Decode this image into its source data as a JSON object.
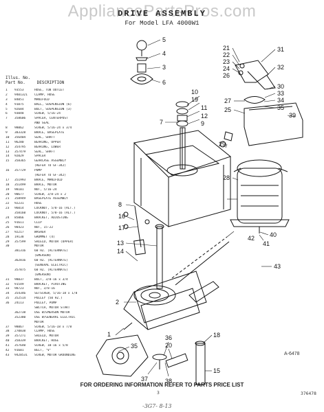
{
  "watermark": "AppliancePartsPros.com",
  "title": "DRIVE ASSEMBLY",
  "subtitle": "For Model LFA 4000W1",
  "parts_table": {
    "header_no": "Illus. No.",
    "header_part": "Part No.",
    "header_desc": "DESCRIPTION",
    "rows": [
      {
        "no": "1",
        "part": "93553",
        "desc": "HOSE, TUB OUTLET"
      },
      {
        "no": "2",
        "part": "9401321",
        "desc": "CLAMP, HOSE"
      },
      {
        "no": "3",
        "part": "84051",
        "desc": "MANIFOLD"
      },
      {
        "no": "4",
        "part": "91075",
        "desc": "BALL, SUSPENSION (6)"
      },
      {
        "no": "5",
        "part": "92684",
        "desc": "BOLT, SUSPENSION (3)"
      },
      {
        "no": "6",
        "part": "93048",
        "desc": "SCREW, 5/16-24"
      },
      {
        "no": "7",
        "part": "358606",
        "desc": "SPACER, CENTERPOST"
      },
      {
        "no": "",
        "part": "",
        "desc": "AND SEAL"
      },
      {
        "no": "8",
        "part": "98062",
        "desc": "SCREW, 5/16-24 x 3/4"
      },
      {
        "no": "9",
        "part": "383328",
        "desc": "BRACE, BASEPLATE"
      },
      {
        "no": "10",
        "part": "356404",
        "desc": "SEAL, SHAFT"
      },
      {
        "no": "11",
        "part": "96280",
        "desc": "BEARING, UPPER"
      },
      {
        "no": "12",
        "part": "354795",
        "desc": "BEARING, LOWER"
      },
      {
        "no": "13",
        "part": "357479",
        "desc": "SEAL, SHAFT"
      },
      {
        "no": "14",
        "part": "92029",
        "desc": "SPACER"
      },
      {
        "no": "15",
        "part": "358365",
        "desc": "GEARCASE ASSEMBLY"
      },
      {
        "no": "",
        "part": "",
        "desc": "(REFER TO GF-342)"
      },
      {
        "no": "16",
        "part": "357729",
        "desc": "PUMP"
      },
      {
        "no": "",
        "part": "",
        "desc": "(REFER TO GF-342)"
      },
      {
        "no": "17",
        "part": "351993",
        "desc": "BRACE, MANIFOLD"
      },
      {
        "no": "18",
        "part": "351499",
        "desc": "BRACE, MOTOR"
      },
      {
        "no": "19",
        "part": "98101",
        "desc": "NUT, 5/16-24"
      },
      {
        "no": "20",
        "part": "90677",
        "desc": "SCREW, 3/8-24 x 2"
      },
      {
        "no": "21",
        "part": "358949",
        "desc": "BASEPLATE ASSEMBLY"
      },
      {
        "no": "22",
        "part": "92231",
        "desc": "HOSE"
      },
      {
        "no": "23",
        "part": "96014",
        "desc": "LOCKNUT, 5/8-16 (ALT.)"
      },
      {
        "no": "",
        "part": "358160",
        "desc": "LOCKNUT, 5/8-16 (ALT.)"
      },
      {
        "no": "24",
        "part": "85066",
        "desc": "BRACKET, ADJUSTING"
      },
      {
        "no": "25",
        "part": "91611",
        "desc": "CLIP"
      },
      {
        "no": "26",
        "part": "98423",
        "desc": "NUT, 15-22"
      },
      {
        "no": "27",
        "part": "92217",
        "desc": "WASHER"
      },
      {
        "no": "28",
        "part": "19138",
        "desc": "GROMMET (4)"
      },
      {
        "no": "29",
        "part": "357599",
        "desc": "SHIELD, MOTOR (UPPER)"
      },
      {
        "no": "30",
        "part": "",
        "desc": "MOTOR"
      },
      {
        "no": "",
        "part": "381316",
        "desc": "60 HZ. (ALTERNATE)"
      },
      {
        "no": "",
        "part": "",
        "desc": "(EMERSON)"
      },
      {
        "no": "",
        "part": "362816",
        "desc": "60 HZ. (ALTERNATE)"
      },
      {
        "no": "",
        "part": "",
        "desc": "(GENERAL ELECTRIC)"
      },
      {
        "no": "",
        "part": "357875",
        "desc": "60 HZ. (ALTERNATE)"
      },
      {
        "no": "",
        "part": "",
        "desc": "(EMERSON)"
      },
      {
        "no": "31",
        "part": "98037",
        "desc": "BOLT, 3/8-16 x 3/4"
      },
      {
        "no": "32",
        "part": "91549",
        "desc": "BRACKET, PIVOTING"
      },
      {
        "no": "33",
        "part": "98723",
        "desc": "NUT, 3/8-16"
      },
      {
        "no": "34",
        "part": "354346",
        "desc": "SETSCREW, 5/16-18 x 1/8"
      },
      {
        "no": "35",
        "part": "352514",
        "desc": "PULLEY (50 HZ.)"
      },
      {
        "no": "36",
        "part": "24113",
        "desc": "PULLEY, PUMP"
      },
      {
        "no": "",
        "part": "",
        "desc": "SWITCH, MOTOR START"
      },
      {
        "no": "",
        "part": "362738",
        "desc": "USE W/EMERSON MOTOR"
      },
      {
        "no": "",
        "part": "352380",
        "desc": "USE W/GENERAL ELECTRIC"
      },
      {
        "no": "",
        "part": "",
        "desc": "MOTOR"
      },
      {
        "no": "37",
        "part": "98067",
        "desc": "SCREW, 5/16-18 x 7/8"
      },
      {
        "no": "38",
        "part": "270838",
        "desc": "CLAMP, HOSE"
      },
      {
        "no": "39",
        "part": "357271",
        "desc": "SHIELD, MOTOR"
      },
      {
        "no": "40",
        "part": "358339",
        "desc": "BRACKET, HOSE"
      },
      {
        "no": "41",
        "part": "357640",
        "desc": "SCREW, 10-16 x 5/8"
      },
      {
        "no": "42",
        "part": "91601",
        "desc": "BELT, \"V\""
      },
      {
        "no": "43",
        "part": "9420531",
        "desc": "SCREW, MOTOR GROUNDING"
      }
    ]
  },
  "callouts": [
    "1",
    "2",
    "3",
    "4",
    "5",
    "6",
    "7",
    "8",
    "9",
    "10",
    "11",
    "12",
    "13",
    "14",
    "15",
    "16",
    "17",
    "18",
    "19",
    "20",
    "21",
    "22",
    "23",
    "24",
    "25",
    "26",
    "27",
    "28",
    "29",
    "30",
    "31",
    "32",
    "33",
    "34",
    "35",
    "36",
    "37",
    "38",
    "39",
    "40",
    "41",
    "42",
    "43"
  ],
  "footer_text": "FOR ORDERING INFORMATION REFER TO PARTS PRICE LIST",
  "page_number": "3",
  "figure_code": "A-6478",
  "doc_code": "376478",
  "handwritten": "-3G7- 8-13"
}
